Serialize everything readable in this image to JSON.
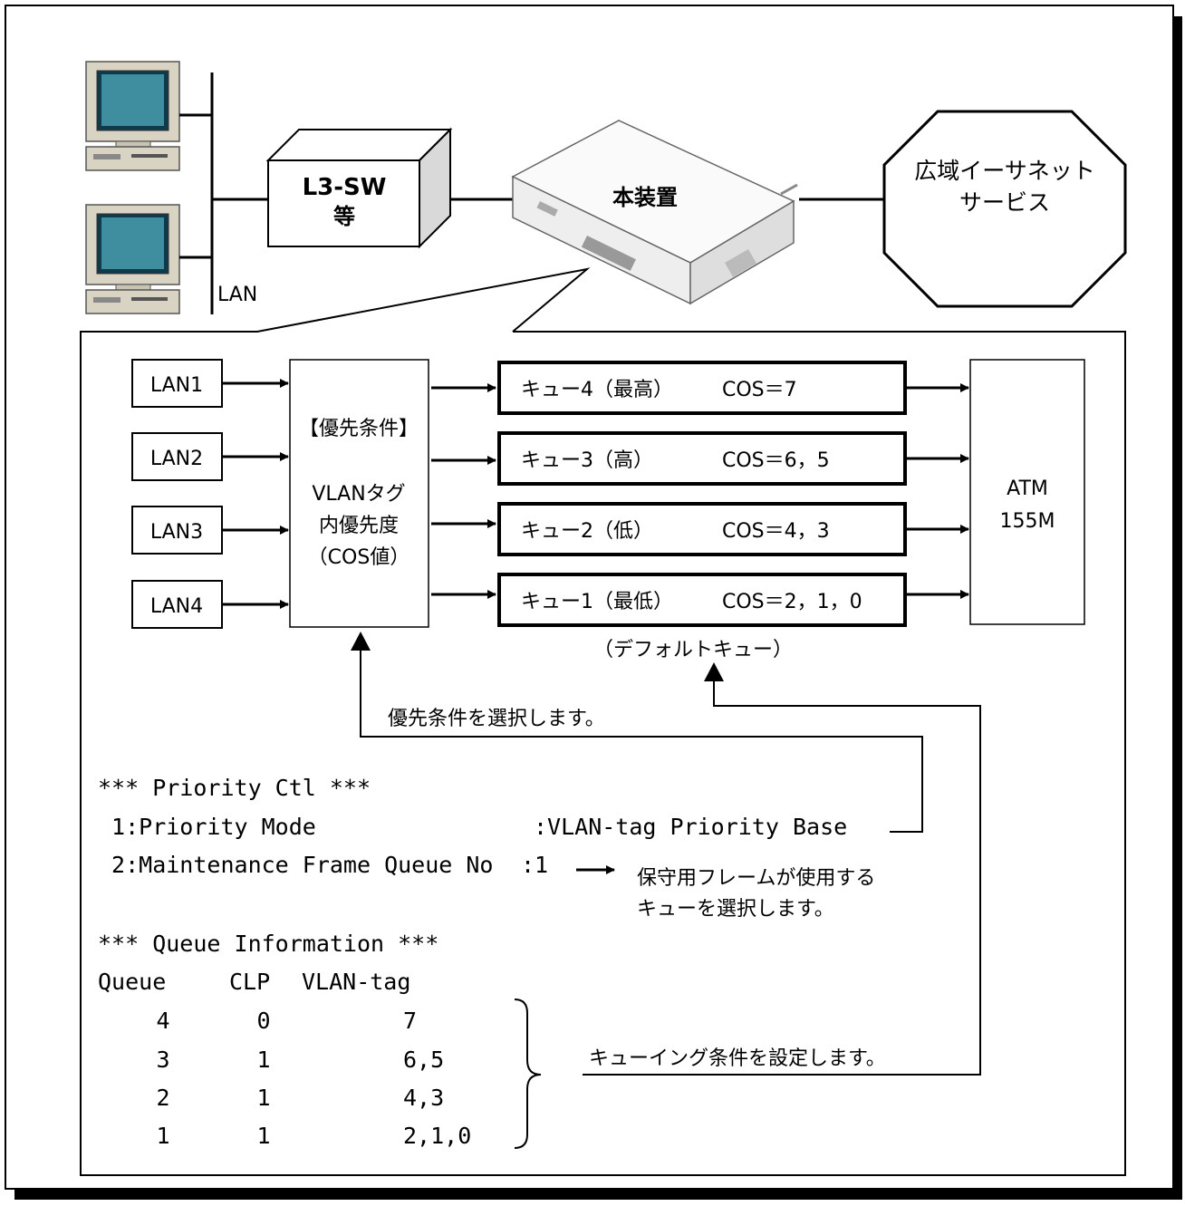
{
  "network": {
    "lan_label": "LAN",
    "l3sw_label_line1": "L3-SW",
    "l3sw_label_line2": "等",
    "device_label": "本装置",
    "wan_label_line1": "広域イーサネット",
    "wan_label_line2": "サービス"
  },
  "priority_block": {
    "lan_ports": [
      "LAN1",
      "LAN2",
      "LAN3",
      "LAN4"
    ],
    "condition_title": "【優先条件】",
    "condition_line1": "VLANタグ",
    "condition_line2": "内優先度",
    "condition_line3": "（COS値）",
    "queues": [
      {
        "name": "キュー4（最高）",
        "cos": "COS＝7"
      },
      {
        "name": "キュー3（高）",
        "cos": "COS＝6，5"
      },
      {
        "name": "キュー2（低）",
        "cos": "COS＝4，3"
      },
      {
        "name": "キュー1（最低）",
        "cos": "COS＝2，1，0"
      }
    ],
    "default_queue_note": "（デフォルトキュー）",
    "atm_line1": "ATM",
    "atm_line2": "155M"
  },
  "annotations": {
    "select_condition": "優先条件を選択します。",
    "maintenance_line1": "保守用フレームが使用する",
    "maintenance_line2": "キューを選択します。",
    "queueing_condition": "キューイング条件を設定します。"
  },
  "console": {
    "priority_header": "*** Priority Ctl ***",
    "mode_label": " 1:Priority Mode",
    "mode_value": ":VLAN-tag Priority Base",
    "maint_label": " 2:Maintenance Frame Queue No",
    "maint_value": ":1",
    "queue_header": "*** Queue Information ***",
    "columns": [
      "Queue",
      "CLP",
      "VLAN-tag"
    ],
    "rows": [
      {
        "queue": "4",
        "clp": "0",
        "vlan": "7"
      },
      {
        "queue": "3",
        "clp": "1",
        "vlan": "6,5"
      },
      {
        "queue": "2",
        "clp": "1",
        "vlan": "4,3"
      },
      {
        "queue": "1",
        "clp": "1",
        "vlan": "2,1,0"
      }
    ]
  }
}
